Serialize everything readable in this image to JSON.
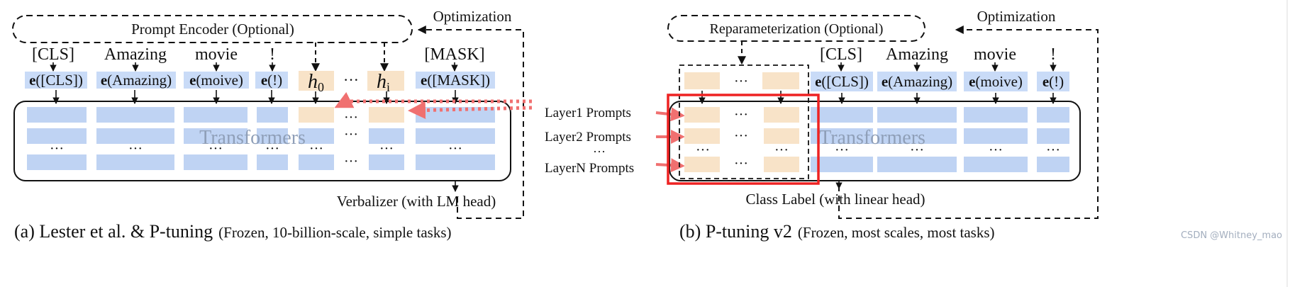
{
  "colors": {
    "blue": "#bfd3f3",
    "peach": "#f8e3c8",
    "label_bg": "#c9dbf7",
    "red": "#ee3333",
    "pink": "#f08080",
    "watermark": "#9aa6b8"
  },
  "panel_a": {
    "encoder": "Prompt Encoder (Optional)",
    "optimization": "Optimization",
    "tokens": [
      "[CLS]",
      "Amazing",
      "movie",
      "!",
      "[MASK]"
    ],
    "embeds": [
      {
        "bold": "e",
        "rest": "([CLS])"
      },
      {
        "bold": "e",
        "rest": "(Amazing)"
      },
      {
        "bold": "e",
        "rest": "(moive)"
      },
      {
        "bold": "e",
        "rest": "(!)"
      },
      {
        "bold": "e",
        "rest": "([MASK])"
      }
    ],
    "h0": {
      "base": "h",
      "sub": "0"
    },
    "hi": {
      "base": "h",
      "sub": "i"
    },
    "dots": "···",
    "transformers": "Transformers",
    "verbalizer": "Verbalizer (with LM head)",
    "caption_main": "(a) Lester et al. & P-tuning",
    "caption_sub": "(Frozen, 10-billion-scale, simple tasks)"
  },
  "panel_b": {
    "reparam": "Reparameterization (Optional)",
    "optimization": "Optimization",
    "tokens": [
      "[CLS]",
      "Amazing",
      "movie",
      "!"
    ],
    "embeds": [
      {
        "bold": "e",
        "rest": "([CLS])"
      },
      {
        "bold": "e",
        "rest": "(Amazing)"
      },
      {
        "bold": "e",
        "rest": "(moive)"
      },
      {
        "bold": "e",
        "rest": "(!)"
      }
    ],
    "dots": "···",
    "layer_prompts": [
      "Layer1 Prompts",
      "Layer2 Prompts",
      "LayerN Prompts"
    ],
    "transformers": "Transformers",
    "class_label": "Class Label (with linear head)",
    "caption_main": "(b) P-tuning v2",
    "caption_sub": "(Frozen, most scales, most tasks)"
  },
  "watermark": "CSDN @Whitney_mao"
}
